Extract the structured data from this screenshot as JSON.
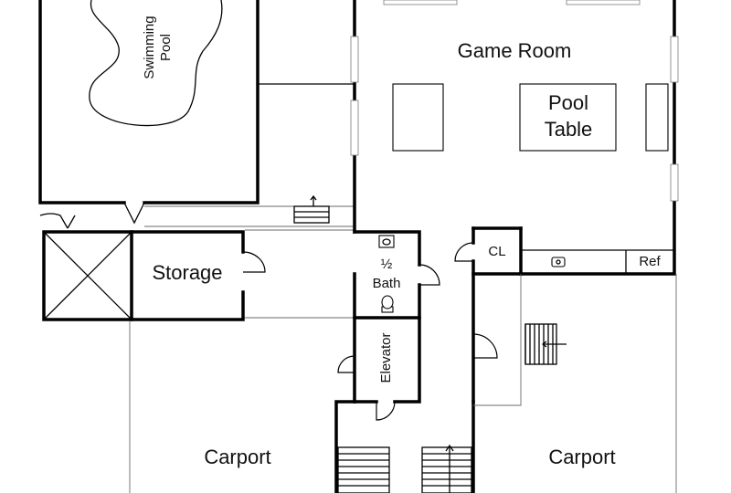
{
  "rooms": {
    "swimming_pool": {
      "line1": "Swimming",
      "line2": "Pool"
    },
    "game_room": "Game Room",
    "pool_table": {
      "line1": "Pool",
      "line2": "Table"
    },
    "storage": "Storage",
    "half_bath": {
      "line1": "½",
      "line2": "Bath"
    },
    "closet": "CL",
    "refrigerator": "Ref",
    "elevator": "Elevator",
    "carport_left": "Carport",
    "carport_right": "Carport"
  }
}
